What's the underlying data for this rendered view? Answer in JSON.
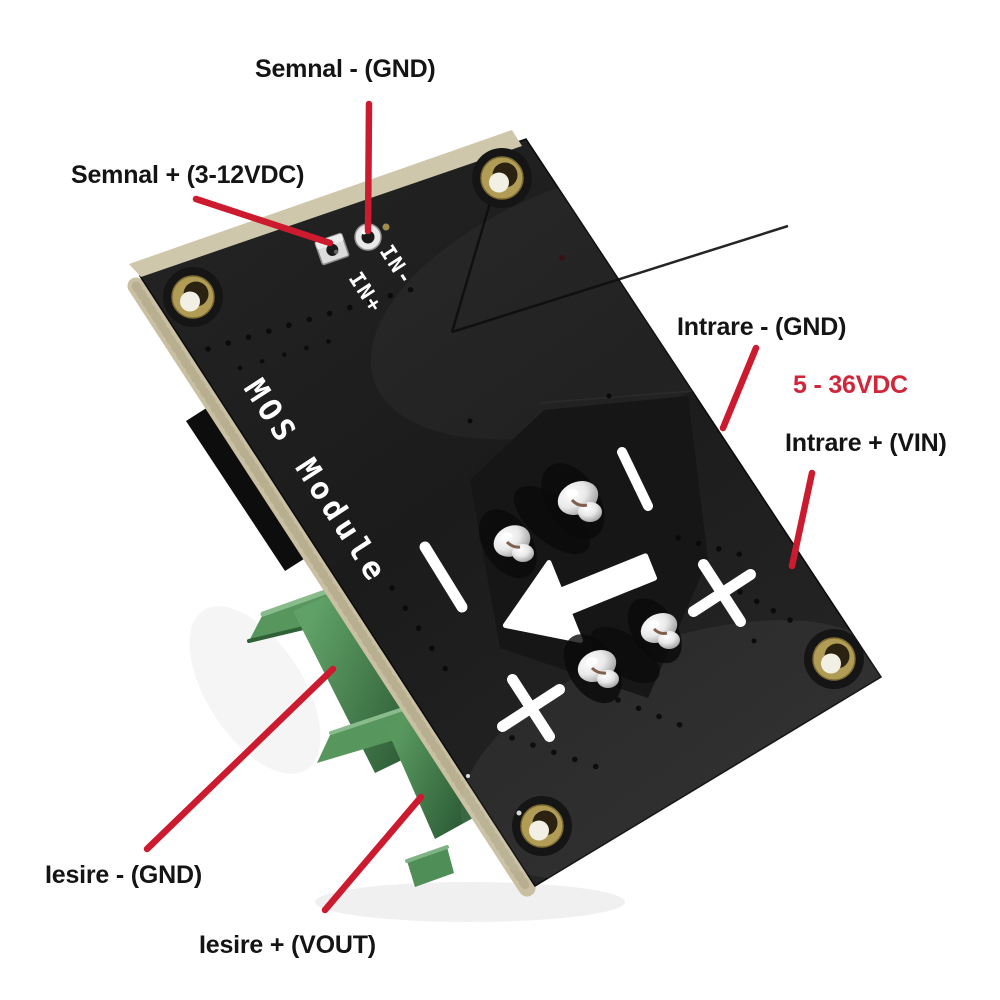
{
  "figure": {
    "type": "annotated-product-photo",
    "subject": "MOS Module PCB (bottom view) with screw terminal blocks and pin annotations"
  },
  "annotations": {
    "semnal_minus": "Semnal - (GND)",
    "semnal_plus": "Semnal + (3-12VDC)",
    "intrare_minus": "Intrare - (GND)",
    "voltage_range": "5 - 36VDC",
    "intrare_plus": "Intrare + (VIN)",
    "iesire_minus": "Iesire - (GND)",
    "iesire_plus": "Iesire + (VOUT)"
  },
  "board": {
    "silkscreen_title": "MOS Module",
    "pin_label_in_minus": "IN-",
    "pin_label_in_plus": "IN+"
  },
  "colors": {
    "annotation_red": "#cc1a2e",
    "voltage_text_red": "#d2253a",
    "label_black": "#141414",
    "board_black": "#1e1e1e",
    "pcb_edge_tan": "#c9c0a4",
    "hole_gold": "#b19c55",
    "terminal_green": "#4a8751",
    "silkscreen_white": "#ffffff",
    "background": "#ffffff"
  }
}
